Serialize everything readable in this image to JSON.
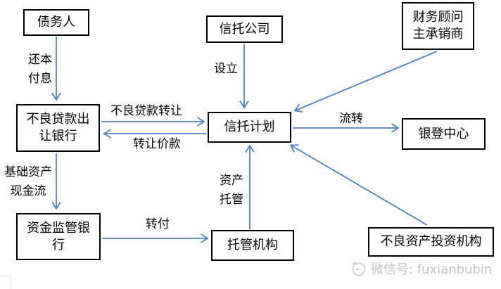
{
  "diagram": {
    "type": "flowchart",
    "topic": "NPL trust plan securitization structure",
    "colors": {
      "arrow": "#4f81bd",
      "node_border": "#000000",
      "node_fill": "#ffffff",
      "text": "#000000",
      "watermark": "#c3c3c3"
    },
    "nodes": {
      "debtor": {
        "label": "债务人"
      },
      "transfer_bank": {
        "label": "不良贷款出\n让银行"
      },
      "trust_company": {
        "label": "信托公司"
      },
      "advisor": {
        "label": "财务顾问\n主承销商"
      },
      "trust_plan": {
        "label": "信托计划"
      },
      "yindeng_center": {
        "label": "银登中心"
      },
      "supervision_bank": {
        "label": "资金监管银\n行"
      },
      "custodian": {
        "label": "托管机构"
      },
      "npl_investor": {
        "label": "不良资产投资机构"
      }
    },
    "edges": {
      "repay": {
        "label": "还本\n付息",
        "from": "debtor",
        "to": "transfer_bank"
      },
      "underlying_cashflow": {
        "label": "基础资产\n现金流",
        "from": "transfer_bank",
        "to": "supervision_bank"
      },
      "establish": {
        "label": "设立",
        "from": "trust_company",
        "to": "trust_plan"
      },
      "npl_transfer": {
        "label": "不良贷款转让",
        "from": "transfer_bank",
        "to": "trust_plan"
      },
      "transfer_price": {
        "label": "转让价款",
        "from": "trust_plan",
        "to": "transfer_bank"
      },
      "circulation": {
        "label": "流转",
        "from": "trust_plan",
        "to": "yindeng_center"
      },
      "forward_payment": {
        "label": "转付",
        "from": "supervision_bank",
        "to": "custodian"
      },
      "asset_custody": {
        "label": "资产\n托管",
        "from": "custodian",
        "to": "trust_plan"
      },
      "advisor_link": {
        "label": "",
        "from": "advisor",
        "to": "trust_plan"
      },
      "investor_link": {
        "label": "",
        "from": "npl_investor",
        "to": "trust_plan"
      }
    },
    "watermark": {
      "text": "微信号: fuxianbubin"
    }
  }
}
